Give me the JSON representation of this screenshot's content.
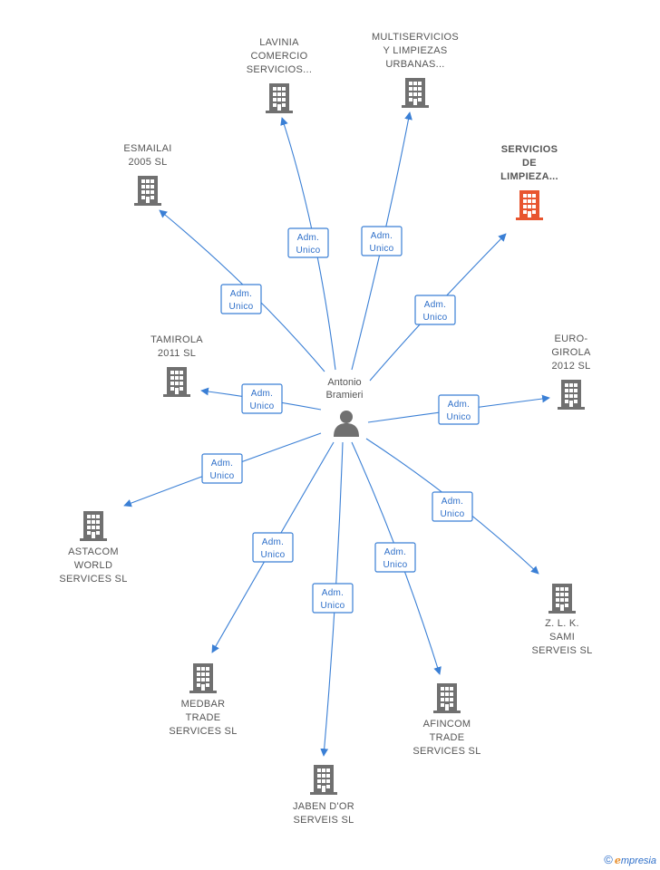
{
  "center": {
    "label": [
      "Antonio",
      "Bramieri"
    ],
    "icon": "person-icon"
  },
  "colors": {
    "edge": "#3a7fd5",
    "company": "#707070",
    "highlight": "#e8552f"
  },
  "nodes": [
    {
      "id": "lavinia",
      "label": [
        "LAVINIA",
        "COMERCIO",
        "SERVICIOS..."
      ],
      "relation": [
        "Adm.",
        "Unico"
      ],
      "highlight": false
    },
    {
      "id": "multiservicios",
      "label": [
        "MULTISERVICIOS",
        "Y LIMPIEZAS",
        "URBANAS..."
      ],
      "relation": [
        "Adm.",
        "Unico"
      ],
      "highlight": false
    },
    {
      "id": "servicios-limpieza",
      "label": [
        "SERVICIOS",
        "DE",
        "LIMPIEZA..."
      ],
      "relation": [
        "Adm.",
        "Unico"
      ],
      "highlight": true
    },
    {
      "id": "esmailai",
      "label": [
        "ESMAILAI",
        "2005 SL"
      ],
      "relation": [
        "Adm.",
        "Unico"
      ],
      "highlight": false
    },
    {
      "id": "tamirola",
      "label": [
        "TAMIROLA",
        "2011 SL"
      ],
      "relation": [
        "Adm.",
        "Unico"
      ],
      "highlight": false
    },
    {
      "id": "euro-girola",
      "label": [
        "EURO-",
        "GIROLA",
        "2012 SL"
      ],
      "relation": [
        "Adm.",
        "Unico"
      ],
      "highlight": false
    },
    {
      "id": "astacom",
      "label": [
        "ASTACOM",
        "WORLD",
        "SERVICES SL"
      ],
      "relation": [
        "Adm.",
        "Unico"
      ],
      "highlight": false
    },
    {
      "id": "zlk-sami",
      "label": [
        "Z.  L. K.",
        "SAMI",
        "SERVEIS SL"
      ],
      "relation": [
        "Adm.",
        "Unico"
      ],
      "highlight": false
    },
    {
      "id": "medbar",
      "label": [
        "MEDBAR",
        "TRADE",
        "SERVICES SL"
      ],
      "relation": [
        "Adm.",
        "Unico"
      ],
      "highlight": false
    },
    {
      "id": "afincom",
      "label": [
        "AFINCOM",
        "TRADE",
        "SERVICES SL"
      ],
      "relation": [
        "Adm.",
        "Unico"
      ],
      "highlight": false
    },
    {
      "id": "jaben",
      "label": [
        "JABEN D'OR",
        "SERVEIS SL"
      ],
      "relation": [
        "Adm.",
        "Unico"
      ],
      "highlight": false
    }
  ],
  "brand": {
    "copyright": "©",
    "initial": "e",
    "rest": "mpresia"
  }
}
